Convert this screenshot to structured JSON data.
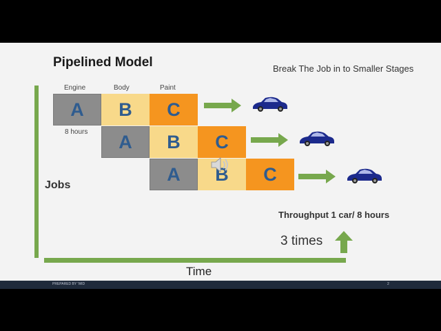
{
  "slide": {
    "title": "Pipelined Model",
    "subtitle": "Break The Job in to Smaller Stages",
    "stage_labels": {
      "engine": "Engine",
      "body": "Body",
      "paint": "Paint"
    },
    "stage_duration": "8 hours",
    "jobs_label": "Jobs",
    "throughput": "Throughput 1 car/ 8 hours",
    "speedup": "3 times",
    "time_label": "Time",
    "cells": [
      "A",
      "B",
      "C"
    ],
    "colors": {
      "stage_a": "#8c8c8c",
      "stage_b": "#f8d98a",
      "stage_c": "#f5951f",
      "letter": "#2f5c8f",
      "arrow": "#77a84d",
      "car": "#1c2a8c"
    }
  },
  "footer": {
    "left_text": "PREPARED BY 'WID",
    "right_text": "2"
  }
}
